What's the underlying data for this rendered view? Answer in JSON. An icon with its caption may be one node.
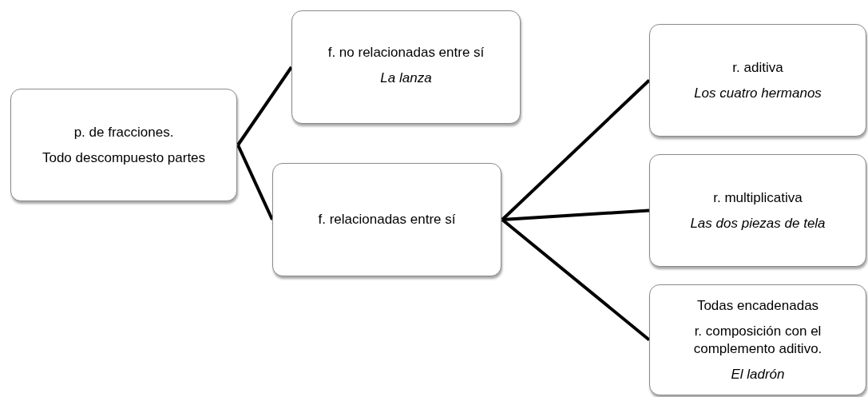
{
  "diagram": {
    "nodes": [
      {
        "text": [
          "p. de fracciones.",
          "Todo descompuesto partes"
        ]
      },
      {
        "text": [
          "f. no relacionadas entre sí",
          "La lanza"
        ]
      },
      {
        "text": [
          "f. relacionadas entre sí"
        ]
      },
      {
        "text": [
          "r. aditiva",
          "Los cuatro hermanos"
        ]
      },
      {
        "text": [
          "r. multiplicativa",
          "Las dos piezas de tela"
        ]
      },
      {
        "text": [
          "Todas encadenadas",
          "r. composición con el complemento aditivo.",
          "El ladrón"
        ]
      }
    ],
    "edges": [
      {
        "from": 0,
        "to": 1,
        "arrow": "none"
      },
      {
        "from": 0,
        "to": 2,
        "arrow": "none"
      },
      {
        "from": 2,
        "to": 3,
        "arrow": "none"
      },
      {
        "from": 2,
        "to": 4,
        "arrow": "none"
      },
      {
        "from": 2,
        "to": 5,
        "arrow": "none"
      }
    ]
  }
}
